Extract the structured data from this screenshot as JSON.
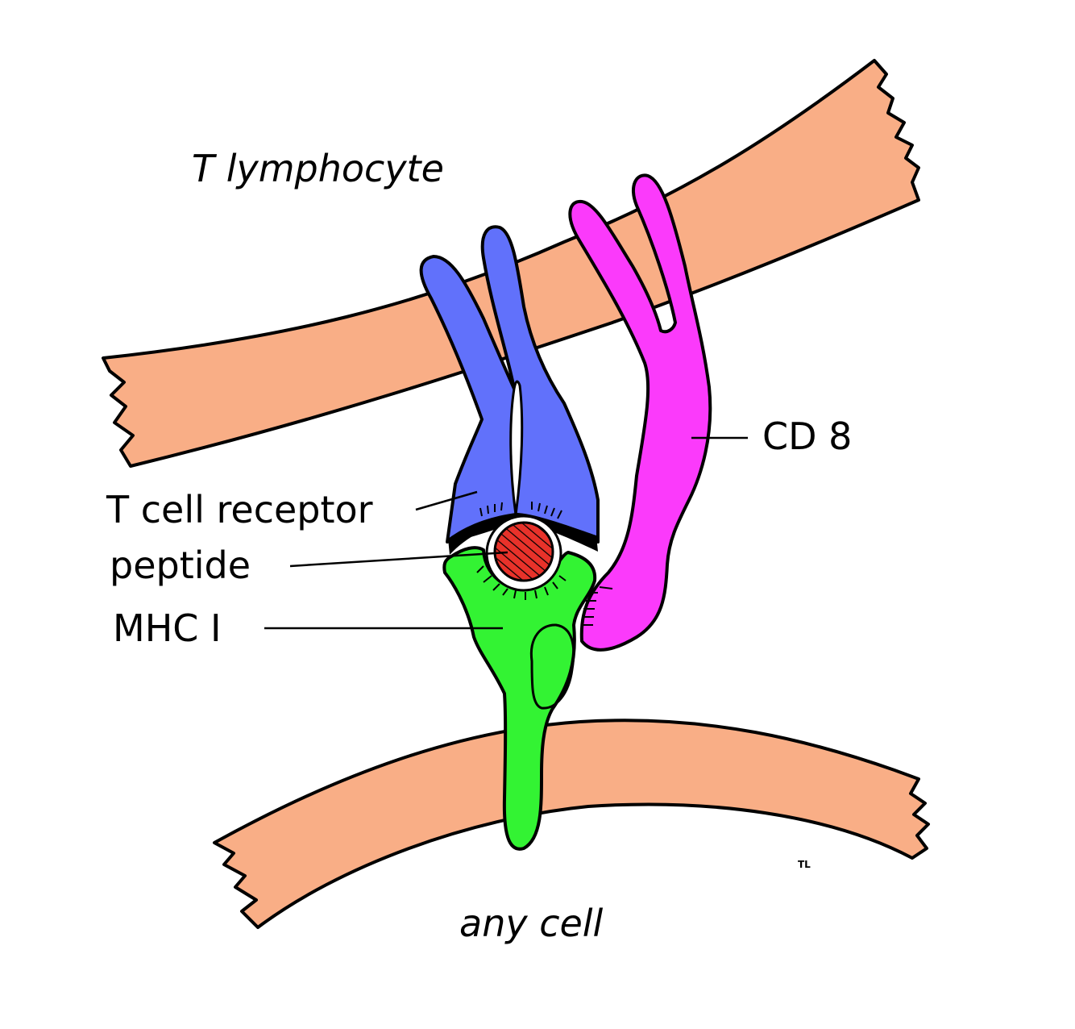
{
  "labels": {
    "top_cell": "T lymphocyte",
    "bottom_cell": "any cell",
    "cd8": "CD 8",
    "tcr": "T cell receptor",
    "peptide": "peptide",
    "mhc": "MHC I"
  },
  "signature": "TL",
  "colors": {
    "membrane": "#F9AE86",
    "tcr": "#6171FB",
    "cd8": "#FB3AFB",
    "mhc": "#33F333",
    "peptide": "#E8322A",
    "outline": "#000000"
  }
}
